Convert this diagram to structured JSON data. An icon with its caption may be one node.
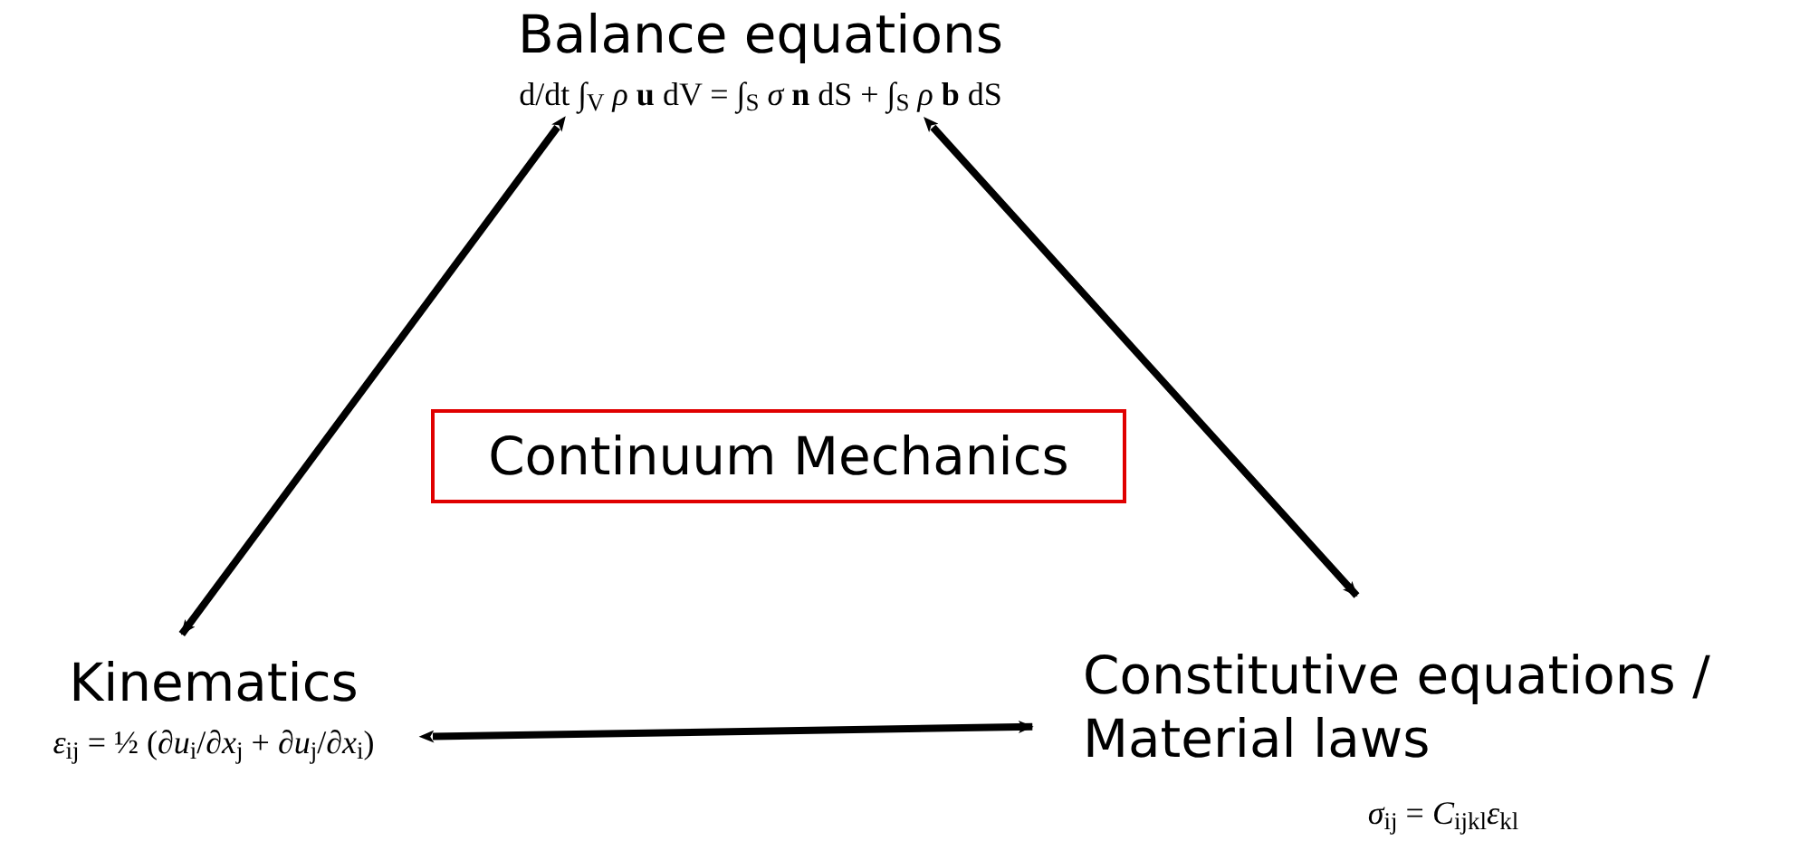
{
  "diagram": {
    "nodes": [
      {
        "text": [
          "Balance equations",
          "d/dt ∫$_{V}$ *ρ* **u** dV = ∫$_{S}$ *σ* **n** dS + ∫$_{S}$ *ρ* **b** dS"
        ]
      },
      {
        "text": [
          "Kinematics",
          "*ε*$_{ij}$ = ½ (∂*u*$_{i}$/∂*x*$_{j}$ + ∂*u*$_{j}$/∂*x*$_{i}$)"
        ]
      },
      {
        "text": [
          "Constitutive equations / Material laws",
          "*σ*$_{ij}$ = *C*$_{ijkl}$*ε*$_{kl}$"
        ]
      },
      {
        "text": [
          "Continuum Mechanics"
        ]
      }
    ],
    "edges": [
      {
        "from": 0,
        "to": 1,
        "arrow": "both"
      },
      {
        "from": 0,
        "to": 2,
        "arrow": "both"
      },
      {
        "from": 1,
        "to": 2,
        "arrow": "both"
      }
    ]
  }
}
